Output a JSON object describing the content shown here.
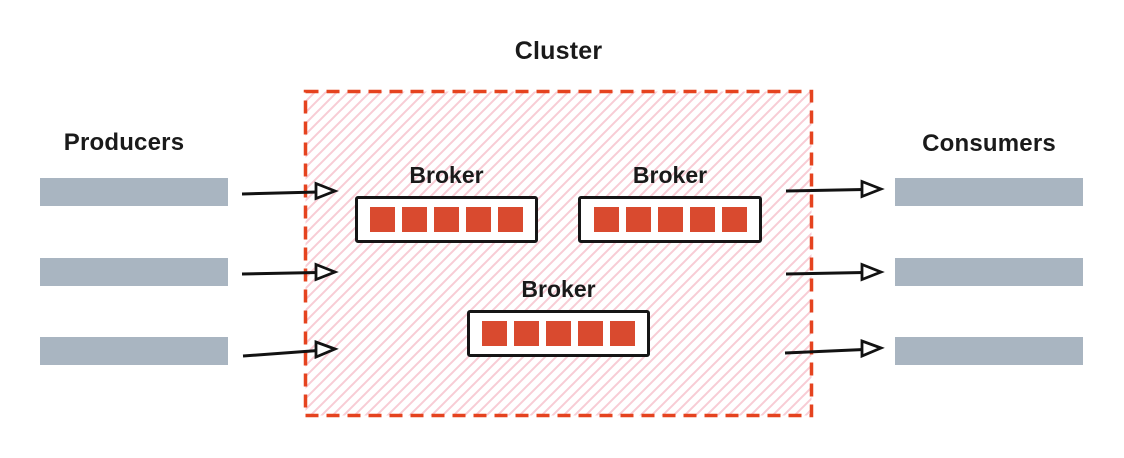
{
  "diagram": {
    "title": "Cluster",
    "producers_label": "Producers",
    "consumers_label": "Consumers",
    "broker_labels": [
      "Broker",
      "Broker",
      "Broker"
    ],
    "partitions_per_broker": 5,
    "producer_stream_count": 3,
    "consumer_stream_count": 3
  },
  "colors": {
    "cluster_border_red": "#e5431f",
    "hatch_pink": "#f8ccd5",
    "partition_red": "#d94a2f",
    "stream_bar_gray": "#a9b5c1",
    "text_black": "#1a1a1a",
    "arrow_black": "#121212"
  }
}
